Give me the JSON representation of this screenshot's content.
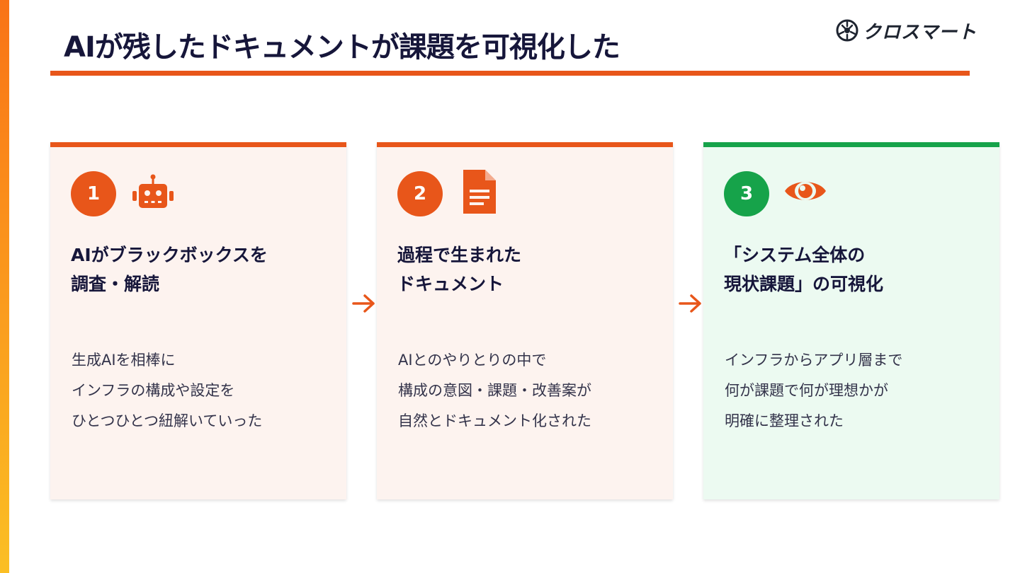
{
  "page": {
    "title": "AIが残したドキュメントが課題を可視化した"
  },
  "logo": {
    "text": "クロスマート",
    "icon": "crossmart-logo-icon"
  },
  "colors": {
    "accent": "#e8561a",
    "green": "#16a34a",
    "card_bg": "#fdf3ef",
    "card_bg_green": "#ecfaf1",
    "text_dark": "#16163a"
  },
  "steps": [
    {
      "number": "1",
      "icon": "robot-icon",
      "heading": "AIがブラックボックスを\n調査・解読",
      "body": "生成AIを相棒に\nインフラの構成や設定を\nひとつひとつ紐解いていった"
    },
    {
      "number": "2",
      "icon": "document-icon",
      "heading": "過程で生まれた\nドキュメント",
      "body": "AIとのやりとりの中で\n構成の意図・課題・改善案が\n自然とドキュメント化された"
    },
    {
      "number": "3",
      "icon": "eye-icon",
      "heading": "「システム全体の\n現状課題」の可視化",
      "body": "インフラからアプリ層まで\n何が課題で何が理想かが\n明確に整理された"
    }
  ],
  "connectors": [
    "arrow-right-icon",
    "arrow-right-icon"
  ]
}
